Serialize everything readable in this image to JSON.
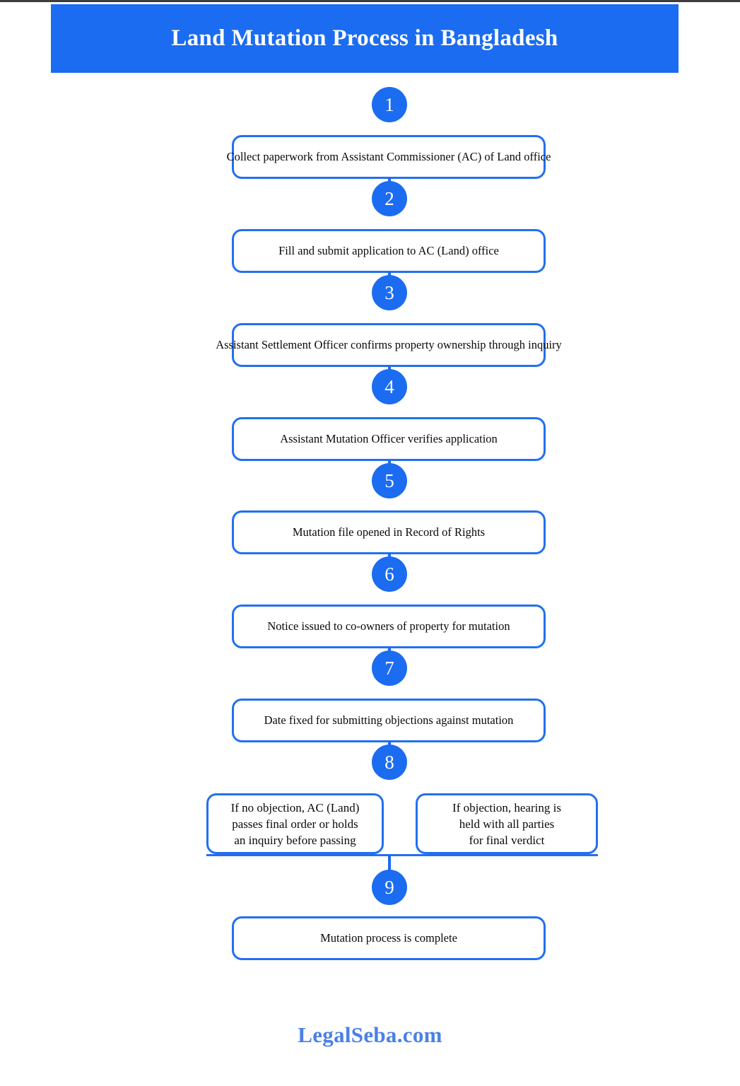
{
  "header": {
    "title": "Land Mutation Process in Bangladesh"
  },
  "steps": [
    {
      "number": "1",
      "label": "Collect paperwork from Assistant Commissioner (AC) of Land office"
    },
    {
      "number": "2",
      "label": "Fill and submit application to AC (Land) office"
    },
    {
      "number": "3",
      "label": "Assistant Settlement Officer confirms property ownership through inquiry"
    },
    {
      "number": "4",
      "label": "Assistant Mutation Officer verifies application"
    },
    {
      "number": "5",
      "label": "Mutation file opened in Record of Rights"
    },
    {
      "number": "6",
      "label": "Notice issued to co-owners of property for mutation"
    },
    {
      "number": "7",
      "label": "Date fixed for submitting objections against mutation"
    },
    {
      "number": "8"
    },
    {
      "number": "9",
      "label": "Mutation process is complete"
    }
  ],
  "branches": {
    "left": {
      "lines": [
        "If no objection, AC (Land)",
        "passes final order or holds",
        "an inquiry before passing"
      ]
    },
    "right": {
      "lines": [
        "If objection, hearing is",
        "held with all parties",
        "for final verdict"
      ]
    }
  },
  "footer": {
    "brand": "LegalSeba.com"
  },
  "colors": {
    "primary_blue": "#1b6cf0",
    "box_border_blue": "#2270f0",
    "brand_blue": "#4a80e8",
    "top_edge_gray": "#3d3d3d"
  }
}
